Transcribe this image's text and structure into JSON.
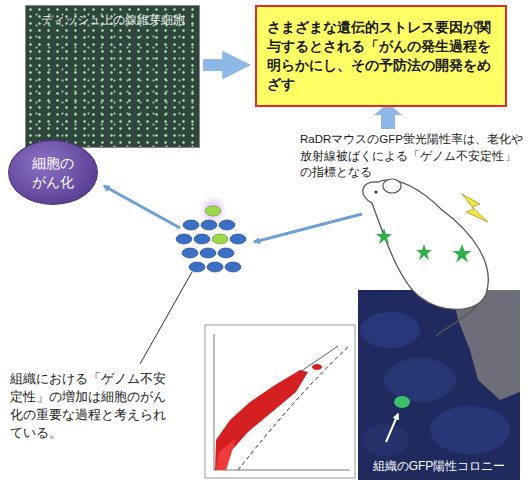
{
  "diagram": {
    "nodes": [
      {
        "text": [
          "ディッシュ上の線維芽細胞"
        ]
      },
      {
        "text": [
          "さまざまな遺伝的ストレス要因が関与するとされる「がんの発生過程を明らかにし、その予防法の開発をめざす"
        ]
      },
      {
        "text": [
          "細胞のがん化"
        ]
      },
      {
        "text": [
          "組織のGFP陽性コロニー"
        ]
      }
    ],
    "edges": [
      {
        "from": 0,
        "to": 1,
        "arrow": "to"
      }
    ],
    "labels": [
      "RaDRマウスのGFP蛍光陽性率は、老化や放射線被ばくによる「ゲノム不安定性」の指標となる",
      "組織における「ゲノム不安定性」の増加は細胞のがん化の重要な過程と考えられている。"
    ]
  }
}
